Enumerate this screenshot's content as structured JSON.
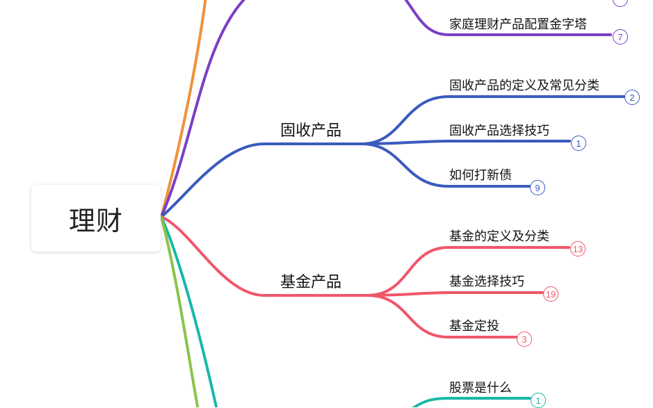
{
  "root": {
    "label": "理财"
  },
  "colors": {
    "orange": "#F0923A",
    "purple": "#7B3FC4",
    "blue": "#3A5BBE",
    "red": "#F0566B",
    "teal": "#18B8A8",
    "green": "#8BC34A"
  },
  "branches": {
    "top_partial": {
      "leaf": {
        "label": "家庭理财产品配置金字塔",
        "count": "7"
      }
    },
    "fixed_income": {
      "label": "固收产品",
      "leaves": [
        {
          "label": "固收产品的定义及常见分类",
          "count": "2"
        },
        {
          "label": "固收产品选择技巧",
          "count": "1"
        },
        {
          "label": "如何打新债",
          "count": "9"
        }
      ]
    },
    "funds": {
      "label": "基金产品",
      "leaves": [
        {
          "label": "基金的定义及分类",
          "count": "13"
        },
        {
          "label": "基金选择技巧",
          "count": "19"
        },
        {
          "label": "基金定投",
          "count": "3"
        }
      ]
    },
    "stocks_partial": {
      "leaf": {
        "label": "股票是什么",
        "count": "1"
      }
    }
  }
}
